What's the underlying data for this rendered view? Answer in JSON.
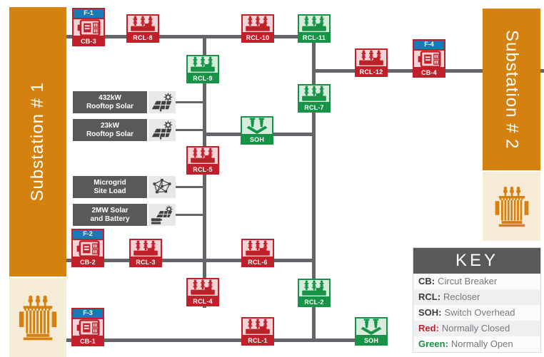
{
  "substations": {
    "s1": {
      "label": "Substation # 1"
    },
    "s2": {
      "label": "Substation # 2"
    }
  },
  "devices": {
    "cb3": {
      "tag": "F-1",
      "label": "CB-3"
    },
    "rcl8": {
      "label": "RCL-8"
    },
    "rcl10": {
      "label": "RCL-10"
    },
    "rcl11": {
      "label": "RCL-11"
    },
    "rcl9": {
      "label": "RCL-9"
    },
    "rcl7": {
      "label": "RCL-7"
    },
    "soh1": {
      "label": "SOH"
    },
    "rcl12": {
      "label": "RCL-12"
    },
    "cb4": {
      "tag": "F-4",
      "label": "CB-4"
    },
    "rcl5": {
      "label": "RCL-5"
    },
    "cb2": {
      "tag": "F-2",
      "label": "CB-2"
    },
    "rcl3": {
      "label": "RCL-3"
    },
    "rcl6": {
      "label": "RCL-6"
    },
    "rcl4": {
      "label": "RCL-4"
    },
    "rcl2": {
      "label": "RCL-2"
    },
    "cb1": {
      "tag": "F-3",
      "label": "CB-1"
    },
    "rcl1": {
      "label": "RCL-1"
    },
    "soh2": {
      "label": "SOH"
    }
  },
  "loads": {
    "solar432": {
      "line1": "432kW",
      "line2": "Rooftop Solar"
    },
    "solar23": {
      "line1": "23kW",
      "line2": "Rooftop Solar"
    },
    "microgrid": {
      "line1": "Microgrid",
      "line2": "Site Load"
    },
    "solarbatt": {
      "line1": "2MW Solar",
      "line2": "and Battery"
    }
  },
  "key": {
    "title": "KEY",
    "rows": [
      {
        "term": "CB:",
        "desc": "Circut Breaker"
      },
      {
        "term": "RCL:",
        "desc": "Recloser"
      },
      {
        "term": "SOH:",
        "desc": "Switch Overhead"
      },
      {
        "term": "Red:",
        "desc": "Normally Closed"
      },
      {
        "term": "Green:",
        "desc": "Normally Open"
      }
    ]
  },
  "colors": {
    "normally_closed_red": "#c0202a",
    "normally_open_green": "#169347",
    "substation_orange": "#d5810f",
    "feeder_tag_blue": "#1779b5",
    "bus_line_gray": "#64666a",
    "load_box_gray": "#58595b",
    "transformer_cream": "#f6ebd7"
  }
}
